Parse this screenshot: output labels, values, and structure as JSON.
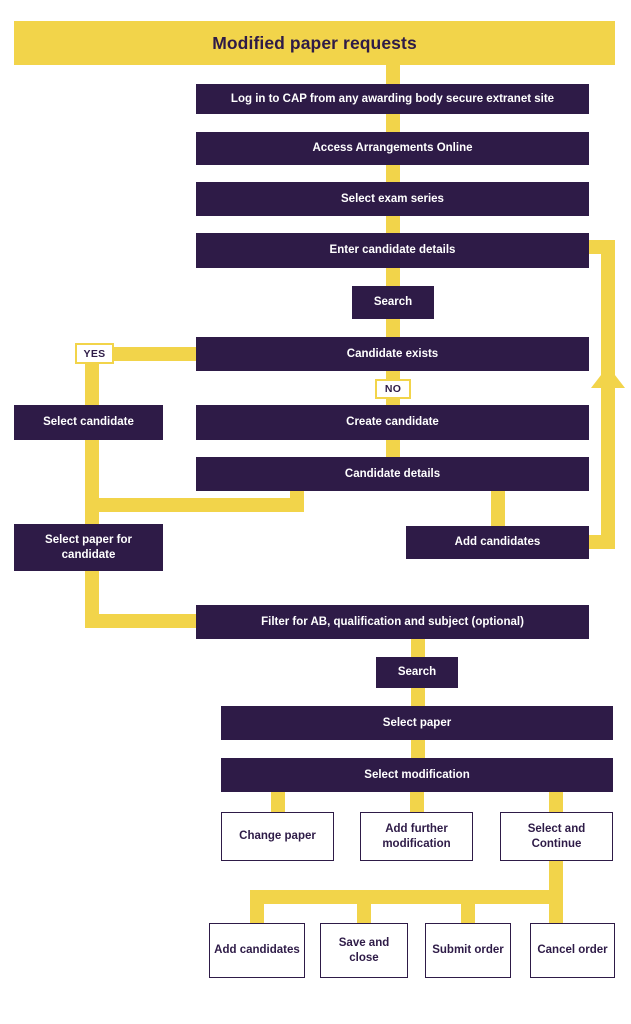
{
  "header": {
    "title": "Modified paper requests",
    "background": "#F2D44A",
    "text_color": "#2E1B47"
  },
  "theme": {
    "node_fill": "#2E1B47",
    "node_text": "#FFFFFF",
    "connector": "#F2D44A",
    "outline_node_fill": "#FFFFFF",
    "outline_node_text": "#2E1B47",
    "page_background": "#FFFFFF"
  },
  "chart_data": {
    "type": "diagram",
    "title": "Modified paper requests",
    "nodes": [
      {
        "id": "login",
        "label": "Log in to CAP from any awarding body secure extranet site",
        "style": "filled"
      },
      {
        "id": "aao",
        "label": "Access Arrangements Online",
        "style": "filled"
      },
      {
        "id": "exam-series",
        "label": "Select exam series",
        "style": "filled"
      },
      {
        "id": "candidate-details-entry",
        "label": "Enter candidate details",
        "style": "filled"
      },
      {
        "id": "search-1",
        "label": "Search",
        "style": "filled"
      },
      {
        "id": "candidate-exists",
        "label": "Candidate exists",
        "style": "filled"
      },
      {
        "id": "select-candidate",
        "label": "Select candidate",
        "style": "filled"
      },
      {
        "id": "create-candidate",
        "label": "Create candidate",
        "style": "filled"
      },
      {
        "id": "candidate-details",
        "label": "Candidate details",
        "style": "filled"
      },
      {
        "id": "select-paper-for-candidate",
        "label": "Select paper for candidate",
        "style": "filled"
      },
      {
        "id": "add-candidates-loop",
        "label": "Add candidates",
        "style": "filled"
      },
      {
        "id": "filter",
        "label": "Filter for AB, qualification and subject (optional)",
        "style": "filled"
      },
      {
        "id": "search-2",
        "label": "Search",
        "style": "filled"
      },
      {
        "id": "select-paper",
        "label": "Select paper",
        "style": "filled"
      },
      {
        "id": "select-modification",
        "label": "Select modification",
        "style": "filled"
      },
      {
        "id": "change-paper",
        "label": "Change paper",
        "style": "outlined"
      },
      {
        "id": "add-further-modification",
        "label": "Add further modification",
        "style": "outlined"
      },
      {
        "id": "select-and-continue",
        "label": "Select and Continue",
        "style": "outlined"
      },
      {
        "id": "add-candidates",
        "label": "Add candidates",
        "style": "outlined"
      },
      {
        "id": "save-and-close",
        "label": "Save and close",
        "style": "outlined"
      },
      {
        "id": "submit-order",
        "label": "Submit order",
        "style": "outlined"
      },
      {
        "id": "cancel-order",
        "label": "Cancel order",
        "style": "outlined"
      }
    ],
    "edge_labels": [
      {
        "id": "yes",
        "label": "YES",
        "from": "candidate-exists",
        "to": "select-candidate"
      },
      {
        "id": "no",
        "label": "NO",
        "from": "candidate-exists",
        "to": "create-candidate"
      }
    ],
    "edges": [
      {
        "from": "login",
        "to": "aao"
      },
      {
        "from": "aao",
        "to": "exam-series"
      },
      {
        "from": "exam-series",
        "to": "candidate-details-entry"
      },
      {
        "from": "candidate-details-entry",
        "to": "search-1"
      },
      {
        "from": "search-1",
        "to": "candidate-exists"
      },
      {
        "from": "candidate-exists",
        "to": "select-candidate",
        "label": "YES"
      },
      {
        "from": "candidate-exists",
        "to": "create-candidate",
        "label": "NO"
      },
      {
        "from": "create-candidate",
        "to": "candidate-details"
      },
      {
        "from": "candidate-details",
        "to": "select-paper-for-candidate"
      },
      {
        "from": "select-candidate",
        "to": "select-paper-for-candidate"
      },
      {
        "from": "candidate-details",
        "to": "add-candidates-loop"
      },
      {
        "from": "add-candidates-loop",
        "to": "candidate-details-entry"
      },
      {
        "from": "select-paper-for-candidate",
        "to": "filter"
      },
      {
        "from": "filter",
        "to": "search-2"
      },
      {
        "from": "search-2",
        "to": "select-paper"
      },
      {
        "from": "select-paper",
        "to": "select-modification"
      },
      {
        "from": "select-modification",
        "to": "change-paper"
      },
      {
        "from": "select-modification",
        "to": "add-further-modification"
      },
      {
        "from": "select-modification",
        "to": "select-and-continue"
      },
      {
        "from": "select-and-continue",
        "to": "add-candidates"
      },
      {
        "from": "select-and-continue",
        "to": "save-and-close"
      },
      {
        "from": "select-and-continue",
        "to": "submit-order"
      },
      {
        "from": "select-and-continue",
        "to": "cancel-order"
      }
    ]
  },
  "nodes": {
    "login": "Log in to CAP from any awarding body secure extranet site",
    "aao": "Access Arrangements Online",
    "exam_series": "Select exam series",
    "enter_candidate_details": "Enter candidate details",
    "search_1": "Search",
    "candidate_exists": "Candidate exists",
    "select_candidate": "Select candidate",
    "create_candidate": "Create candidate",
    "candidate_details": "Candidate details",
    "select_paper_for_candidate": "Select paper for candidate",
    "add_candidates_loop": "Add candidates",
    "filter": "Filter for AB, qualification and subject (optional)",
    "search_2": "Search",
    "select_paper": "Select paper",
    "select_modification": "Select modification",
    "change_paper": "Change paper",
    "add_further_modification": "Add further modification",
    "select_and_continue": "Select and Continue",
    "add_candidates": "Add candidates",
    "save_and_close": "Save and close",
    "submit_order": "Submit order",
    "cancel_order": "Cancel order"
  },
  "labels": {
    "yes": "YES",
    "no": "NO"
  }
}
